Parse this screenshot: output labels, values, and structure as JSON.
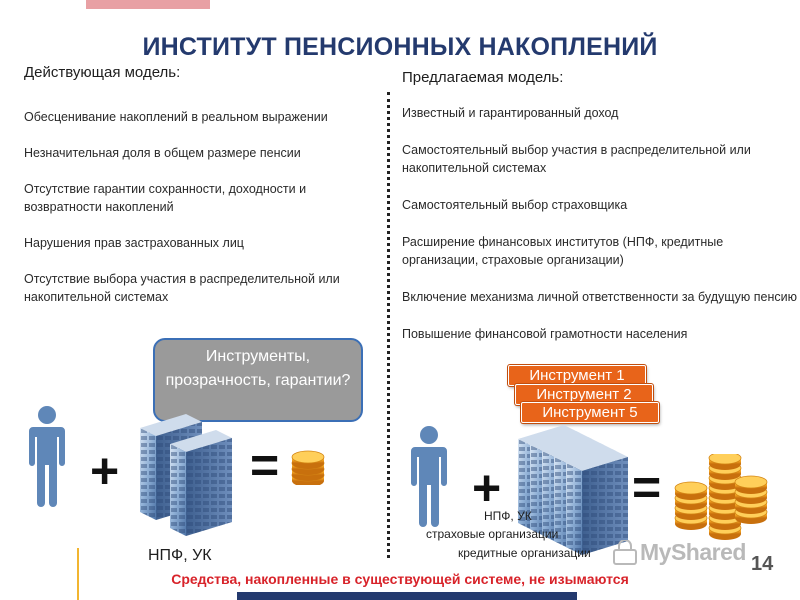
{
  "title": "ИНСТИТУТ ПЕНСИОННЫХ НАКОПЛЕНИЙ",
  "left": {
    "heading": "Действующая модель:",
    "items": [
      "Обесценивание накоплений в реальном выражении",
      "Незначительная доля в общем размере пенсии",
      "Отсутствие гарантии сохранности, доходности и возвратности накоплений",
      "Нарушения прав застрахованных лиц",
      "Отсутствие выбора участия в распределительной или накопительной системах"
    ],
    "bubble": "Инструменты, прозрачность, гарантии?",
    "plus": "+",
    "equals": "=",
    "org_label": "НПФ, УК"
  },
  "right": {
    "heading": "Предлагаемая модель:",
    "items": [
      "Известный и гарантированный доход",
      "Самостоятельный выбор участия в распределительной или накопительной системах",
      "Самостоятельный выбор страховщика",
      "Расширение финансовых институтов (НПФ, кредитные организации, страховые организации)",
      "Включение механизма личной ответственности за будущую пенсию",
      "Повышение финансовой грамотности населения"
    ],
    "tools": [
      "Инструмент 1",
      "Инструмент 2",
      "Инструмент 5"
    ],
    "plus": "+",
    "equals": "=",
    "org_labels": [
      "НПФ, УК",
      "страховые организации",
      "кредитные организации"
    ]
  },
  "footer": {
    "note": "Средства, накопленные в существующей системе, не изымаются",
    "page_number": "14",
    "watermark": "MyShared"
  },
  "colors": {
    "title": "#243a6e",
    "tool_badge": "#e8641a",
    "footer_note": "#d8232a",
    "person": "#5f87b8",
    "coin": "#f29a1c"
  },
  "icons": [
    "person-icon",
    "office-building-icon",
    "coin-stack-icon",
    "myshared-logo-icon"
  ]
}
